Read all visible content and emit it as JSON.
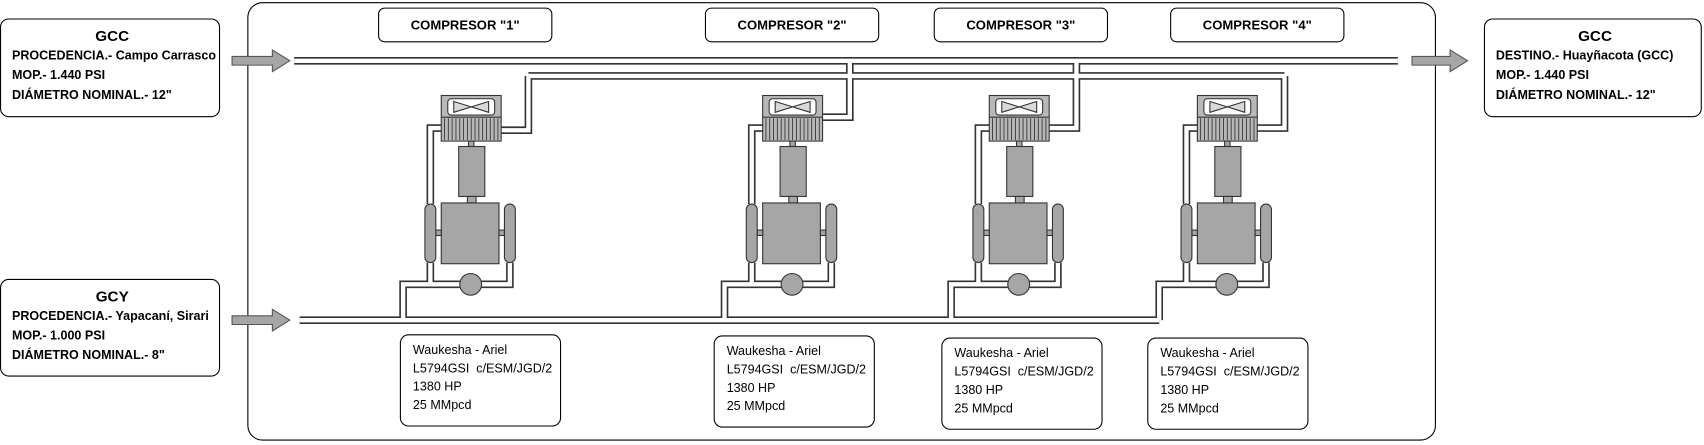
{
  "sources": [
    {
      "title": "GCC",
      "lines": [
        "PROCEDENCIA.- Campo Carrasco",
        "MOP.- 1.440 PSI",
        "DIÁMETRO NOMINAL.- 12\""
      ]
    },
    {
      "title": "GCY",
      "lines": [
        "PROCEDENCIA.- Yapacaní, Sirari",
        "MOP.- 1.000 PSI",
        "DIÁMETRO NOMINAL.- 8\""
      ]
    }
  ],
  "destination": {
    "title": "GCC",
    "lines": [
      "DESTINO.- Huayñacota (GCC)",
      "MOP.- 1.440 PSI",
      "DIÁMETRO NOMINAL.- 12\""
    ]
  },
  "compressors": [
    {
      "label": "COMPRESOR \"1\"",
      "info": [
        "Waukesha - Ariel",
        "L5794GSI  c/ESM/JGD/2",
        "1380 HP",
        "25 MMpcd"
      ]
    },
    {
      "label": "COMPRESOR \"2\"",
      "info": [
        "Waukesha - Ariel",
        "L5794GSI  c/ESM/JGD/2",
        "1380 HP",
        "25 MMpcd"
      ]
    },
    {
      "label": "COMPRESOR \"3\"",
      "info": [
        "Waukesha - Ariel",
        "L5794GSI  c/ESM/JGD/2",
        "1380 HP",
        "25 MMpcd"
      ]
    },
    {
      "label": "COMPRESOR \"4\"",
      "info": [
        "Waukesha - Ariel",
        "L5794GSI  c/ESM/JGD/2",
        "1380 HP",
        "25 MMpcd"
      ]
    }
  ],
  "colors": {
    "line": "#333333",
    "equipment": "#a6a6a6",
    "cooler": "#b8b8b8",
    "fan": "#d9d9d9"
  }
}
